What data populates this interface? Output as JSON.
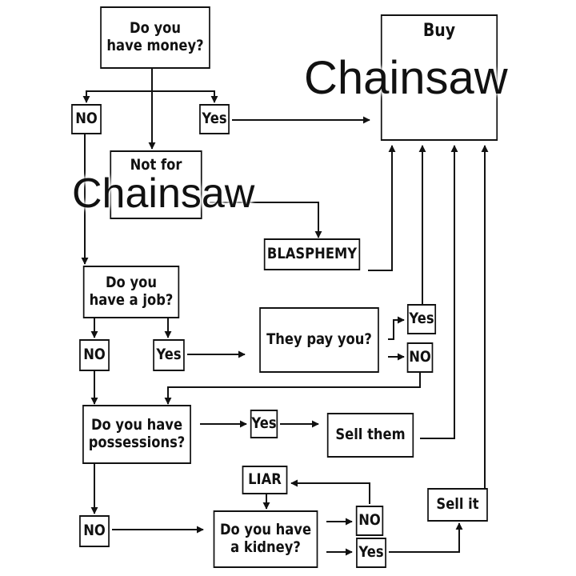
{
  "nodes": {
    "have_money": "Do you\nhave money?",
    "buy": "Buy",
    "money_no": "NO",
    "money_yes": "Yes",
    "not_for": "Not for",
    "blasphemy": "BLASPHEMY",
    "have_job": "Do you\nhave a job?",
    "job_no": "NO",
    "job_yes": "Yes",
    "they_pay": "They pay you?",
    "pay_yes": "Yes",
    "pay_no": "NO",
    "possessions": "Do you have\npossessions?",
    "poss_yes": "Yes",
    "sell_them": "Sell them",
    "liar": "LIAR",
    "poss_no": "NO",
    "kidney": "Do you have\na kidney?",
    "kidney_no": "NO",
    "kidney_yes": "Yes",
    "sell_it": "Sell it"
  },
  "overlays": {
    "chainsaw_top": "Chainsaw",
    "chainsaw_mid": "Chainsaw"
  }
}
